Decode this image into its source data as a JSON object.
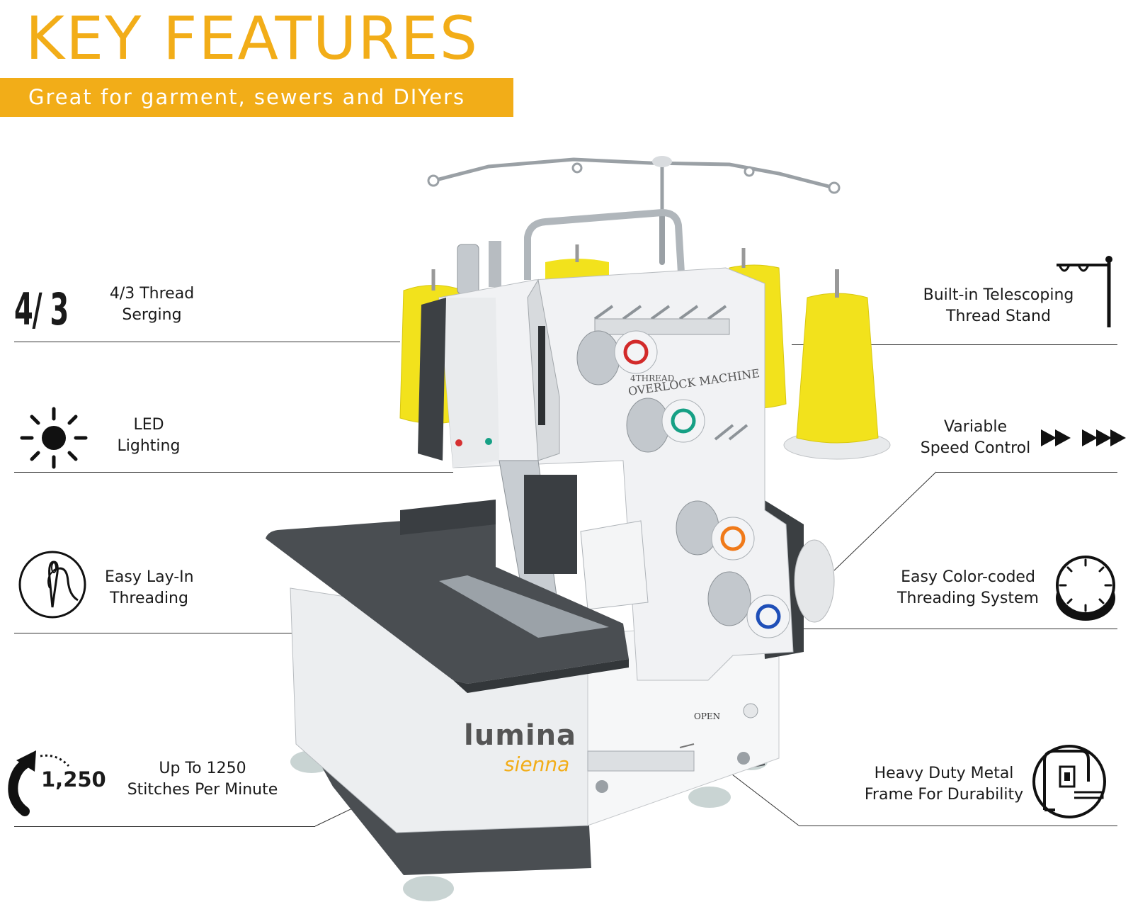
{
  "header": {
    "title": "KEY FEATURES",
    "subtitle": "Great for garment, sewers and DIYers"
  },
  "features": {
    "thread": {
      "icon": "thread-count-icon",
      "icon_text": "4/ 3",
      "line1": "4/3 Thread",
      "line2": "Serging"
    },
    "led": {
      "icon": "sun-icon",
      "line1": "LED",
      "line2": "Lighting"
    },
    "lay_in": {
      "icon": "needle-thread-icon",
      "line1": "Easy Lay-In",
      "line2": "Threading"
    },
    "stitches": {
      "icon": "speed-arrow-icon",
      "icon_text": "1,250",
      "line1": "Up To 1250",
      "line2": "Stitches Per Minute"
    },
    "stand": {
      "icon": "thread-stand-icon",
      "line1": "Built-in Telescoping",
      "line2": "Thread Stand"
    },
    "speed": {
      "icon": "fast-forward-icon",
      "line1": "Variable",
      "line2": "Speed Control"
    },
    "color_coded": {
      "icon": "dial-icon",
      "line1": "Easy Color-coded",
      "line2": "Threading System"
    },
    "frame": {
      "icon": "metal-frame-icon",
      "line1": "Heavy Duty Metal",
      "line2": "Frame For Durability"
    }
  },
  "product": {
    "brand": "lumina",
    "model": "sienna",
    "plate_line1": "4THREAD",
    "plate_line2": "OVERLOCK MACHINE",
    "open_label": "OPEN",
    "tension_colors": [
      "#d22a2a",
      "#16a085",
      "#f07a1a",
      "#1f4fb8"
    ]
  },
  "colors": {
    "accent": "#f2ad18",
    "thread": "#f2e21c",
    "table": "#4a4e52"
  }
}
